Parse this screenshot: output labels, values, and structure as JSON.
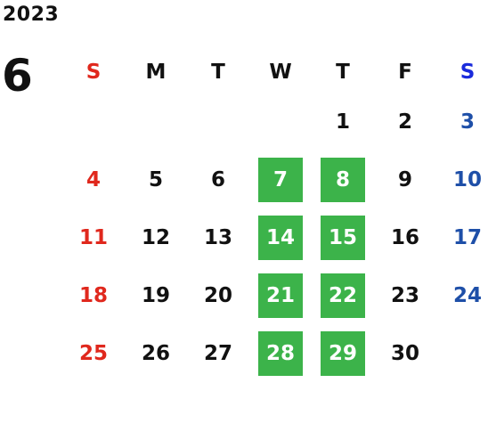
{
  "year": "2023",
  "month": "6",
  "weekdays": [
    "S",
    "M",
    "T",
    "W",
    "T",
    "F",
    "S"
  ],
  "weeks": [
    [
      "",
      "",
      "",
      "",
      "1",
      "2",
      "3"
    ],
    [
      "4",
      "5",
      "6",
      "7",
      "8",
      "9",
      "10"
    ],
    [
      "11",
      "12",
      "13",
      "14",
      "15",
      "16",
      "17"
    ],
    [
      "18",
      "19",
      "20",
      "21",
      "22",
      "23",
      "24"
    ],
    [
      "25",
      "26",
      "27",
      "28",
      "29",
      "30",
      ""
    ]
  ],
  "highlighted_days": [
    "7",
    "8",
    "14",
    "15",
    "21",
    "22",
    "28",
    "29"
  ],
  "colors": {
    "sunday": "#e0281d",
    "saturday": "#1e4fa8",
    "saturday_header": "#1a2bdc",
    "highlight": "#3cb34a"
  }
}
